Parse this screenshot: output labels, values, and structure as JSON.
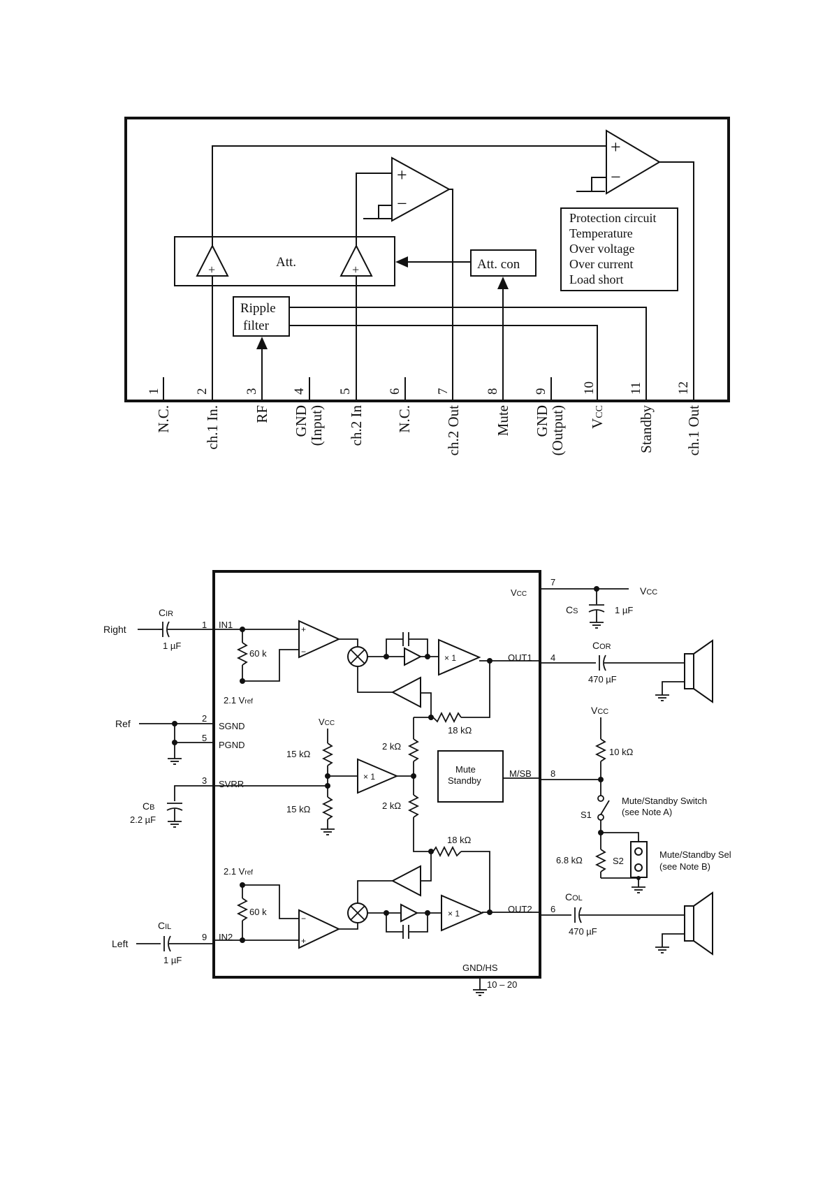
{
  "top_diagram": {
    "blocks": {
      "att": "Att.",
      "att_con": "Att. con",
      "ripple_line1": "Ripple",
      "ripple_line2": "filter"
    },
    "protection": [
      "Protection circuit",
      "Temperature",
      "Over voltage",
      "Over current",
      "Load short"
    ],
    "pin_numbers": [
      "1",
      "2",
      "3",
      "4",
      "5",
      "6",
      "7",
      "8",
      "9",
      "10",
      "11",
      "12"
    ],
    "pin_names": {
      "p1": "N.C.",
      "p2": "ch.1 In.",
      "p3": "RF",
      "p4a": "GND",
      "p4b": "(Input)",
      "p5": "ch.2 In",
      "p6": "N.C.",
      "p7": "ch.2 Out",
      "p8": "Mute",
      "p9a": "GND",
      "p9b": "(Output)",
      "p10": "V",
      "p10sub": "CC",
      "p11": "Standby",
      "p12": "ch.1 Out"
    },
    "opamp_plus": "+",
    "opamp_minus": "−"
  },
  "bottom_diagram": {
    "pins": {
      "in1": "IN1",
      "in1_num": "1",
      "sgnd": "SGND",
      "sgnd_num": "2",
      "pgnd": "PGND",
      "pgnd_num": "5",
      "svrr": "SVRR",
      "svrr_num": "3",
      "in2": "IN2",
      "in2_num": "9",
      "vcc": "V",
      "vcc_sub": "CC",
      "vcc_num": "7",
      "out1": "OUT1",
      "out1_num": "4",
      "msb": "M/SB",
      "msb_num": "8",
      "out2": "OUT2",
      "out2_num": "6",
      "gndhs": "GND/HS",
      "gndhs_num": "10 – 20"
    },
    "external": {
      "right": "Right",
      "ref": "Ref",
      "left": "Left",
      "cir": "C",
      "cir_sub": "IR",
      "cir_val": "1 µF",
      "cil": "C",
      "cil_sub": "IL",
      "cil_val": "1 µF",
      "cb": "C",
      "cb_sub": "B",
      "cb_val": "2.2 µF",
      "cs": "C",
      "cs_sub": "S",
      "cs_val": "1 µF",
      "vcc_out": "V",
      "vcc_out_sub": "CC",
      "cor": "C",
      "cor_sub": "OR",
      "cor_val": "470 µF",
      "col": "C",
      "col_sub": "OL",
      "col_val": "470 µF",
      "vcc2": "V",
      "vcc2_sub": "CC",
      "r10k": "10 kΩ",
      "s1": "S1",
      "sw_label": "Mute/Standby Switch",
      "note_a": "(see Note A)",
      "r68k": "6.8 kΩ",
      "s2": "S2",
      "sel_label": "Mute/Standby Sel",
      "note_b": "(see Note B)"
    },
    "internal": {
      "r60k_top": "60 k",
      "r60k_bot": "60 k",
      "vref_top": "2.1 V",
      "vref_top_sub": "ref",
      "vref_bot": "2.1 V",
      "vref_bot_sub": "ref",
      "vcc_int": "V",
      "vcc_int_sub": "CC",
      "r15k_top": "15 kΩ",
      "r15k_bot": "15 kΩ",
      "r2k_top": "2 kΩ",
      "r2k_bot": "2 kΩ",
      "r18k_top": "18 kΩ",
      "r18k_bot": "18 kΩ",
      "x1": "× 1",
      "mute_line1": "Mute",
      "mute_line2": "Standby",
      "plus": "+",
      "minus": "−"
    }
  }
}
